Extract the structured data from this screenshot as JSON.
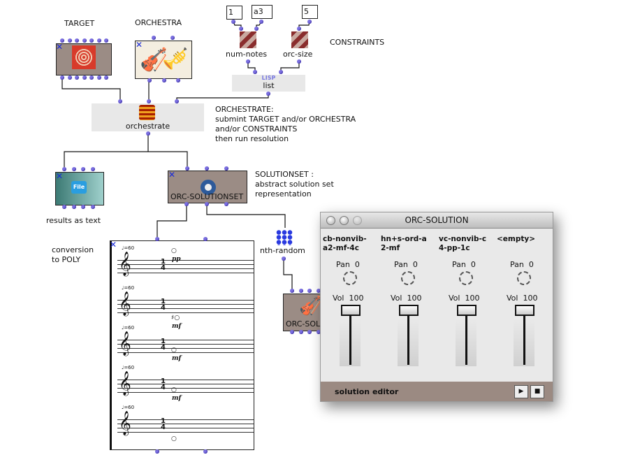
{
  "patch": {
    "target_label": "TARGET",
    "orchestra_label": "ORCHESTRA",
    "constraints_label": "CONSTRAINTS",
    "inputs": [
      "1",
      "a3",
      "5"
    ],
    "num_notes_label": "num-notes",
    "orc_size_label": "orc-size",
    "list_lisp": "LISP",
    "list_label": "list",
    "orchestrate_label": "orchestrate",
    "orchestrate_comment": "ORCHESTRATE:\nsubmint TARGET and/or ORCHESTRA\nand/or CONSTRAINTS\nthen run resolution",
    "results_label": "results as text",
    "file_icon_text": "File",
    "solutionset_label": "ORC-SOLUTIONSET",
    "solutionset_comment": "SOLUTIONSET :\nabstract solution set\nrepresentation",
    "poly_comment": "conversion\nto POLY",
    "nth_random_label": "nth-random",
    "orc_solution_box_label": "ORC-SOL",
    "score": {
      "tempo": "=60",
      "time_sig": [
        "1",
        "4"
      ],
      "dynamics": [
        "pp",
        "mf",
        "mf",
        "mf",
        ""
      ]
    }
  },
  "window": {
    "title": "ORC-SOLUTION",
    "channels": [
      {
        "name": "cb-nonvib-\na2-mf-4c",
        "pan_label": "Pan",
        "pan": "0",
        "vol_label": "Vol",
        "vol": "100"
      },
      {
        "name": "hn+s-ord-a\n2-mf",
        "pan_label": "Pan",
        "pan": "0",
        "vol_label": "Vol",
        "vol": "100"
      },
      {
        "name": "vc-nonvib-c\n4-pp-1c",
        "pan_label": "Pan",
        "pan": "0",
        "vol_label": "Vol",
        "vol": "100"
      },
      {
        "name": "<empty>",
        "pan_label": "Pan",
        "pan": "0",
        "vol_label": "Vol",
        "vol": "100"
      }
    ],
    "footer": "solution editor",
    "play": "▶",
    "stop": "■"
  }
}
